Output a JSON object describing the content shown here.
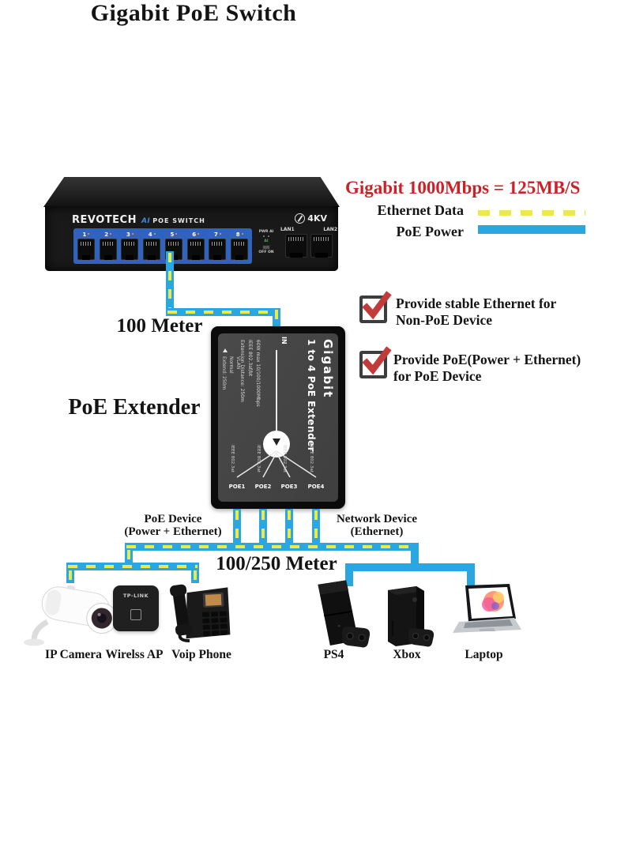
{
  "title": "Gigabit PoE Switch",
  "headline": "Gigabit 1000Mbps = 125MB/S",
  "legend": {
    "ethernet_label": "Ethernet Data",
    "poe_label": "PoE Power"
  },
  "features": {
    "f1_line1": "Provide stable Ethernet for",
    "f1_line2": "Non-PoE Device",
    "f2_line1": "Provide PoE(Power + Ethernet)",
    "f2_line2": "for PoE Device"
  },
  "distances": {
    "switch_to_extender": "100 Meter",
    "extender_to_device": "100/250 Meter"
  },
  "switch": {
    "brand": "REVOTECH",
    "model_ai": "AI",
    "model_rest": "POE SWITCH",
    "surge": "4KV",
    "ports": [
      "1",
      "2",
      "3",
      "4",
      "5",
      "6",
      "7",
      "8"
    ],
    "led_pwr": "PWR",
    "led_ai": "AI",
    "ai_mode": "AI",
    "dip": "OFF ON",
    "uplink1": "LAN1",
    "uplink2": "LAN2"
  },
  "extender_heading": "PoE Extender",
  "extender": {
    "title_line1": "Gigabit",
    "title_line2": "1 to 4 PoE Extender",
    "in_port": "IN",
    "spec1": "60W max  10/100/1000Mbps",
    "spec2": "IEEE 802.3af/bt",
    "spec3": "Extension Distance: 250m",
    "mode1": "VLAN",
    "mode2": "Normal",
    "mode3": "Extend: 250m",
    "port_std": "IEEE 802.3at",
    "ports": [
      "POE1",
      "POE2",
      "POE3",
      "POE4"
    ]
  },
  "groups": {
    "poe_line1": "PoE Device",
    "poe_line2": "(Power + Ethernet)",
    "net_line1": "Network Device",
    "net_line2": "(Ethernet)"
  },
  "devices": {
    "poe": [
      "IP Camera",
      "Wirelss AP",
      "Voip Phone"
    ],
    "network": [
      "PS4",
      "Xbox",
      "Laptop"
    ],
    "ap_brand": "TP-LINK"
  },
  "colors": {
    "headline_red": "#cc2127",
    "cable_blue": "#2aa7e0",
    "data_yellow": "#ece94b",
    "check_red": "#c23a3a",
    "port_strip_blue": "#2f63bd"
  }
}
